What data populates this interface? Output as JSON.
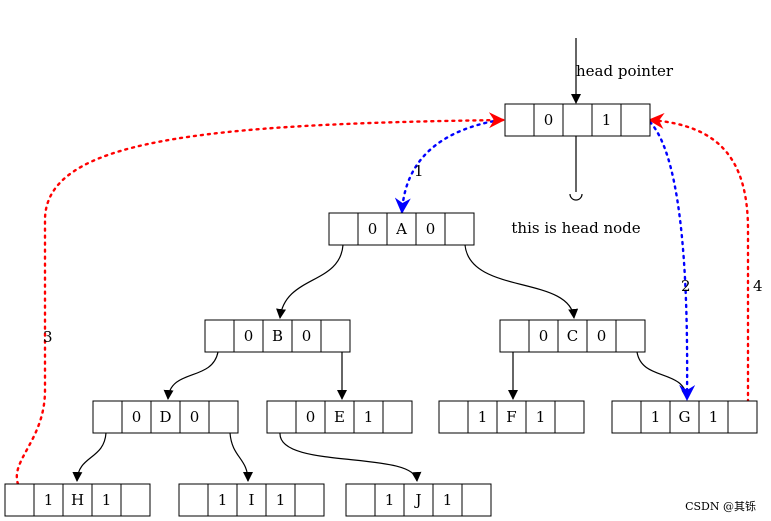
{
  "labels": {
    "head_pointer": "head pointer",
    "head_node": "this is head node",
    "edge_1": "1",
    "edge_2": "2",
    "edge_3": "3",
    "edge_4": "4",
    "watermark": "CSDN @其铄"
  },
  "nodes": {
    "head": [
      "",
      "0",
      "",
      "1",
      ""
    ],
    "A": [
      "",
      "0",
      "A",
      "0",
      ""
    ],
    "B": [
      "",
      "0",
      "B",
      "0",
      ""
    ],
    "C": [
      "",
      "0",
      "C",
      "0",
      ""
    ],
    "D": [
      "",
      "0",
      "D",
      "0",
      ""
    ],
    "E": [
      "",
      "0",
      "E",
      "1",
      ""
    ],
    "F": [
      "",
      "1",
      "F",
      "1",
      ""
    ],
    "G": [
      "",
      "1",
      "G",
      "1",
      ""
    ],
    "H": [
      "",
      "1",
      "H",
      "1",
      ""
    ],
    "I": [
      "",
      "1",
      "I",
      "1",
      ""
    ],
    "J": [
      "",
      "1",
      "J",
      "1",
      ""
    ]
  },
  "colors": {
    "child_edge": "#000000",
    "thread_blue": "#0000ff",
    "thread_red": "#ff0000"
  }
}
